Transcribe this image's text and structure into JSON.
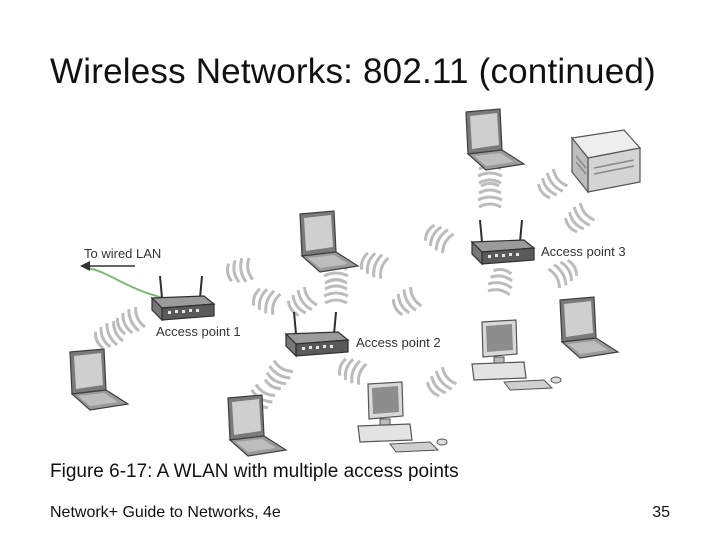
{
  "slide": {
    "title": "Wireless Networks: 802.11 (continued)",
    "caption": "Figure 6-17: A WLAN with multiple access points",
    "footer_left": "Network+ Guide to Networks, 4e",
    "page_number": "35"
  },
  "diagram": {
    "wired_lan_label": "To wired LAN",
    "access_points": [
      {
        "label": "Access point 1"
      },
      {
        "label": "Access point 2"
      },
      {
        "label": "Access point 3"
      }
    ],
    "devices": [
      "laptop-icon",
      "laptop-icon",
      "laptop-icon",
      "laptop-icon",
      "laptop-icon",
      "desktop-computer-icon",
      "desktop-computer-icon",
      "printer-icon"
    ],
    "colors": {
      "cable": "#7fb87a",
      "device_body": "#8e8e8e",
      "signal": "#b9b9b9"
    }
  }
}
